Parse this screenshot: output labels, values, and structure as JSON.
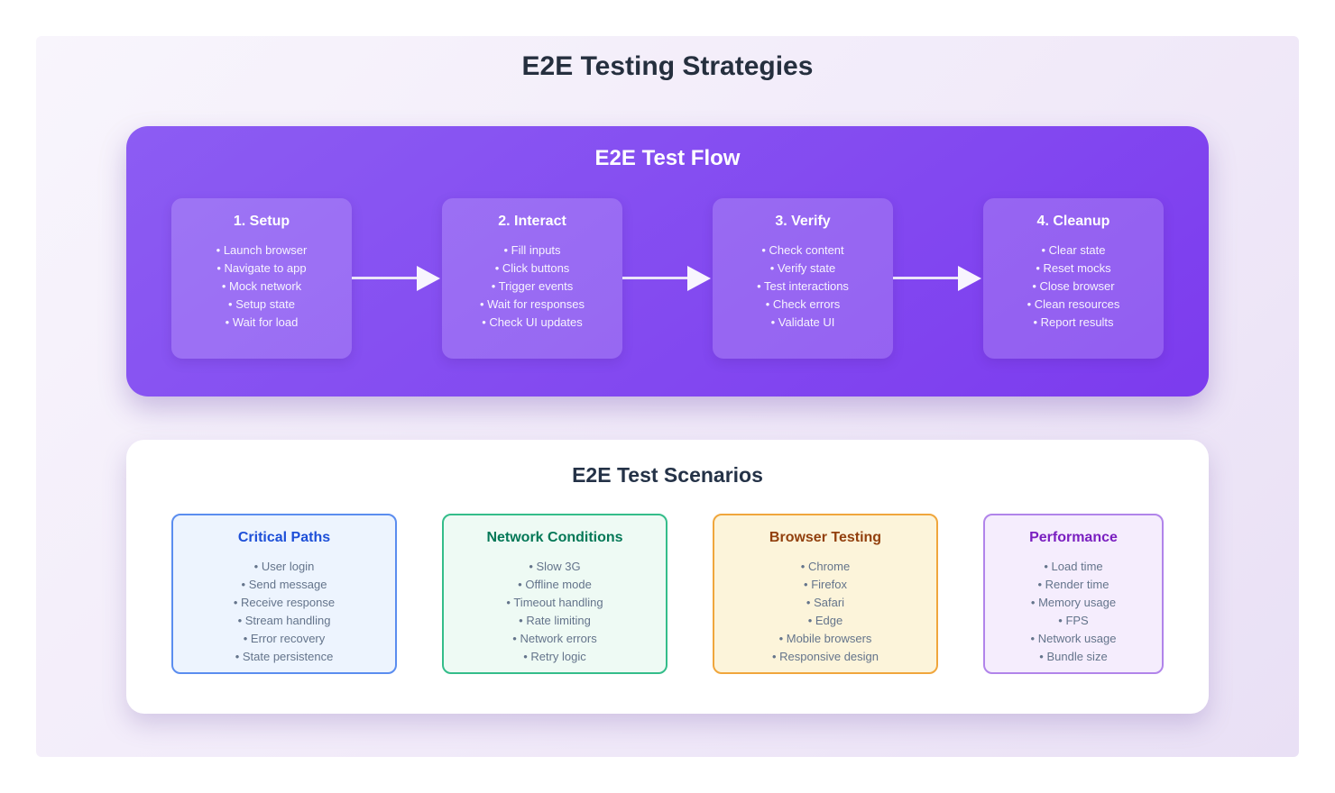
{
  "page": {
    "title": "E2E Testing Strategies"
  },
  "flow": {
    "title": "E2E Test Flow",
    "panel_gradient": [
      "#8c5cf3",
      "#7c3bee"
    ],
    "steps": [
      {
        "title": "1. Setup",
        "items": [
          "Launch browser",
          "Navigate to app",
          "Mock network",
          "Setup state",
          "Wait for load"
        ]
      },
      {
        "title": "2. Interact",
        "items": [
          "Fill inputs",
          "Click buttons",
          "Trigger events",
          "Wait for responses",
          "Check UI updates"
        ]
      },
      {
        "title": "3. Verify",
        "items": [
          "Check content",
          "Verify state",
          "Test interactions",
          "Check errors",
          "Validate UI"
        ]
      },
      {
        "title": "4. Cleanup",
        "items": [
          "Clear state",
          "Reset mocks",
          "Close browser",
          "Clean resources",
          "Report results"
        ]
      }
    ]
  },
  "scenarios": {
    "title": "E2E Test Scenarios",
    "cards": [
      {
        "title": "Critical Paths",
        "title_color": "#1d4fd8",
        "border_color": "#5b8def",
        "bg_color": "#edf4fe",
        "items": [
          "User login",
          "Send message",
          "Receive response",
          "Stream handling",
          "Error recovery",
          "State persistence"
        ]
      },
      {
        "title": "Network Conditions",
        "title_color": "#047857",
        "border_color": "#34bd8a",
        "bg_color": "#eefaf4",
        "items": [
          "Slow 3G",
          "Offline mode",
          "Timeout handling",
          "Rate limiting",
          "Network errors",
          "Retry logic"
        ]
      },
      {
        "title": "Browser Testing",
        "title_color": "#92400e",
        "border_color": "#f0a63c",
        "bg_color": "#fcf4da",
        "items": [
          "Chrome",
          "Firefox",
          "Safari",
          "Edge",
          "Mobile browsers",
          "Responsive design"
        ]
      },
      {
        "title": "Performance",
        "title_color": "#7a1fc0",
        "border_color": "#b184ea",
        "bg_color": "#f5edfd",
        "items": [
          "Load time",
          "Render time",
          "Memory usage",
          "FPS",
          "Network usage",
          "Bundle size"
        ]
      }
    ]
  }
}
